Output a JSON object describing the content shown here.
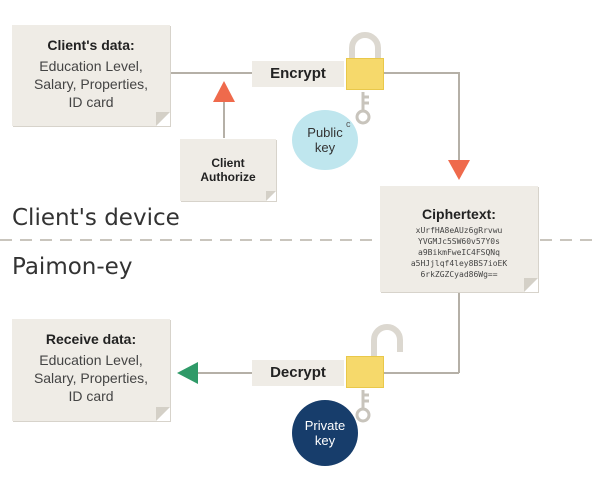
{
  "client_data": {
    "title": "Client's data:",
    "lines": [
      "Education Level,",
      "Salary, Properties,",
      "ID card"
    ]
  },
  "encrypt_label": "Encrypt",
  "public_key": {
    "line1": "Public",
    "line2": "key",
    "mark": "c"
  },
  "client_authorize": {
    "line1": "Client",
    "line2": "Authorize"
  },
  "zone_top": "Client's device",
  "zone_bottom": "Paimon-ey",
  "ciphertext": {
    "title": "Ciphertext:",
    "lines": [
      "xUrfHA8eAUz6gRrvwu",
      "YVGMJc5SW60v57Y0s",
      "a9BikmFweIC4FSQNq",
      "a5HJjlqf4ley8BS7ioEK",
      "6rkZGZCyad86Wg=="
    ]
  },
  "decrypt_label": "Decrypt",
  "private_key": {
    "line1": "Private",
    "line2": "key"
  },
  "receive_data": {
    "title": "Receive data:",
    "lines": [
      "Education Level,",
      "Salary, Properties,",
      "ID card"
    ]
  },
  "colors": {
    "arrow_red": "#ef6a4c",
    "arrow_green": "#2f9a68",
    "lock_yellow": "#f6d96b",
    "public_key_fill": "#bfe6ee",
    "private_key_fill": "#173d6b",
    "connector": "#b5b0a7"
  }
}
